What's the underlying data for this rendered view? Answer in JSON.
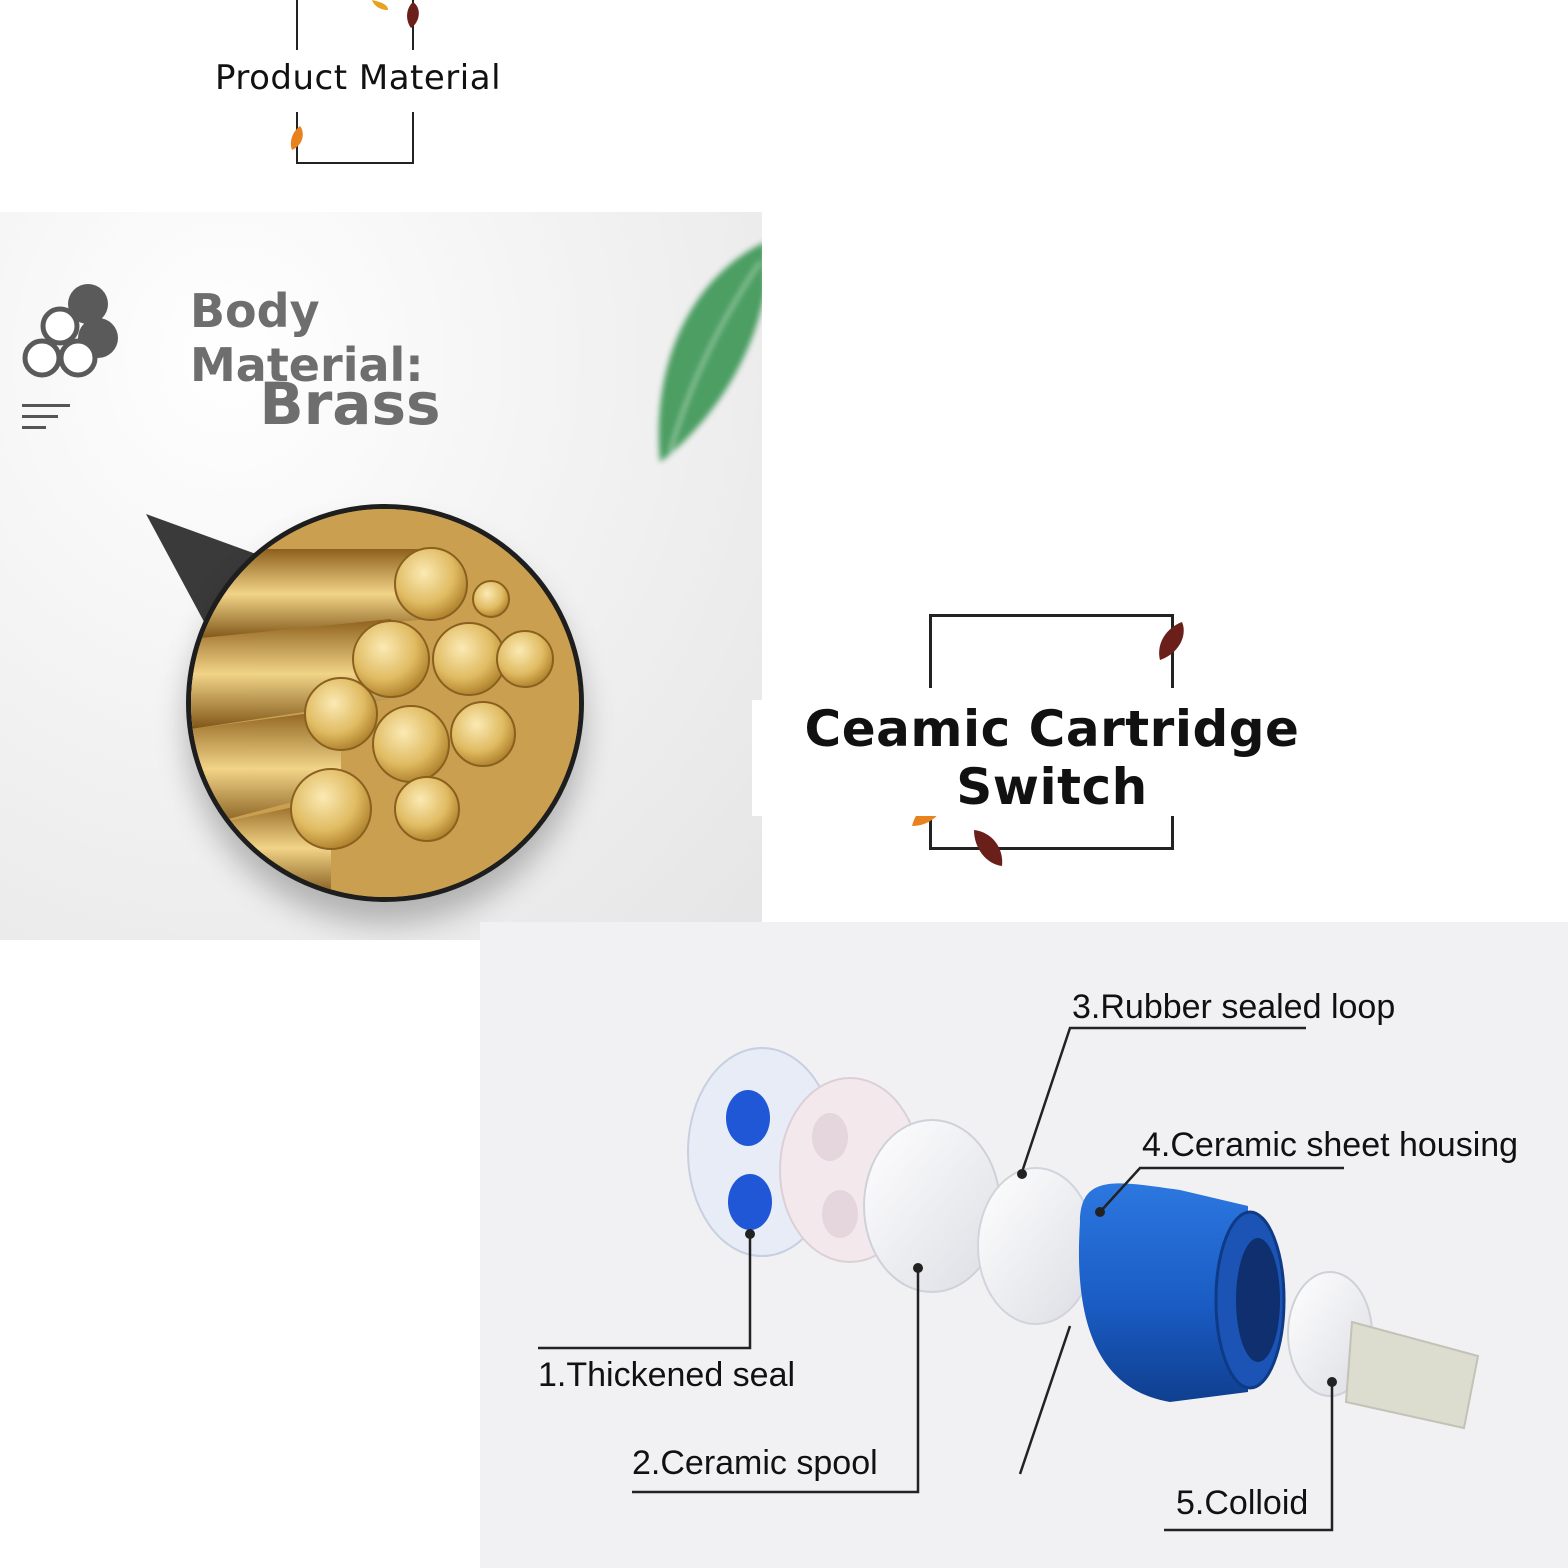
{
  "product_material": {
    "heading": "Product Material"
  },
  "body_material": {
    "label": "Body Material:",
    "value": "Brass"
  },
  "cartridge": {
    "heading": "Ceamic Cartridge Switch",
    "parts": [
      {
        "label": "1.Thickened seal"
      },
      {
        "label": "2.Ceramic spool"
      },
      {
        "label": "3.Rubber sealed loop"
      },
      {
        "label": "4.Ceramic sheet housing"
      },
      {
        "label": "5.Colloid"
      }
    ]
  },
  "colors": {
    "frame": "#222222",
    "leaf_orange": "#e8821e",
    "leaf_maroon": "#6b1f1a",
    "label_gray": "#6e6e6e",
    "cartridge_blue": "#1f63c9",
    "leaf_green": "#2f8f4a"
  },
  "icons": [
    "leaf-icon",
    "circles-stack-icon",
    "lines-icon"
  ]
}
